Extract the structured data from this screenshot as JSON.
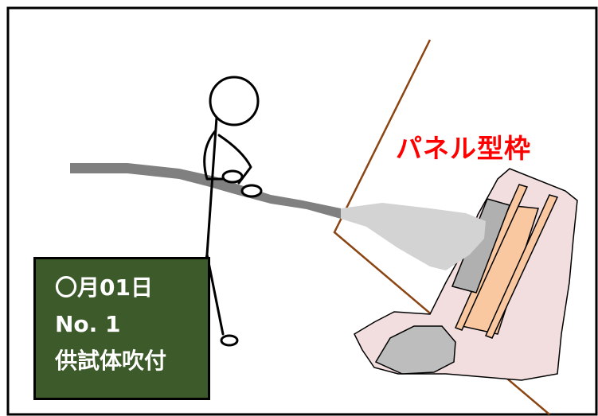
{
  "panel_label": "パネル型枠",
  "board": {
    "line1": "〇月01日",
    "line2": "No. 1",
    "line3": "供試体吹付"
  },
  "colors": {
    "frame_line": "#8b4513",
    "label_red": "#ff0000",
    "board_bg": "#3d5a2a",
    "hose": "#808080",
    "spray": "#d3d3d3",
    "panel_pink": "#f2dede",
    "panel_orange": "#f9c8a0",
    "nozzle_box": "#b0b0b0",
    "concrete": "#bdbdbd"
  },
  "icons": [
    "stick-figure-worker",
    "spray-hose",
    "panel-formwork",
    "chalkboard-sign"
  ]
}
